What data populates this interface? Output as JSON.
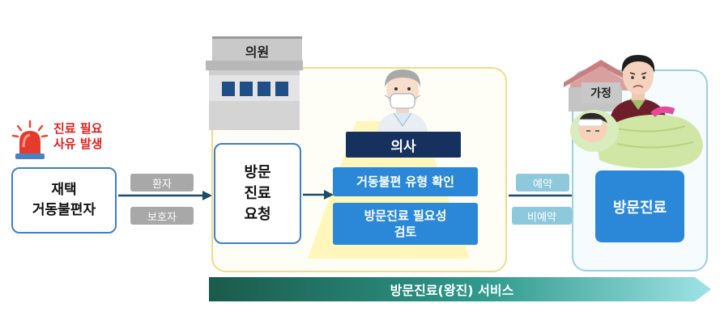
{
  "alert": {
    "line1": "진료 필요",
    "line2": "사유 발생"
  },
  "patient": {
    "line1": "재택",
    "line2": "거동불편자"
  },
  "requesters": {
    "patient": "환자",
    "guardian": "보호자"
  },
  "clinic": {
    "label": "의원"
  },
  "request": {
    "line1": "방문",
    "line2": "진료",
    "line3": "요청"
  },
  "doctor": {
    "label": "의사",
    "task1": "거동불편 유형 확인",
    "task2_line1": "방문진료 필요성",
    "task2_line2": "검토"
  },
  "appointment": {
    "reserved": "예약",
    "unreserved": "비예약"
  },
  "home": {
    "label": "가정",
    "service": "방문진료"
  },
  "banner": {
    "label": "방문진료(왕진) 서비스"
  },
  "colors": {
    "blue": "#2b88d8",
    "navy": "#17315e",
    "alert_red": "#e0201c",
    "banner_dark": "#1a5a4a",
    "banner_light": "#9fe3e6"
  }
}
